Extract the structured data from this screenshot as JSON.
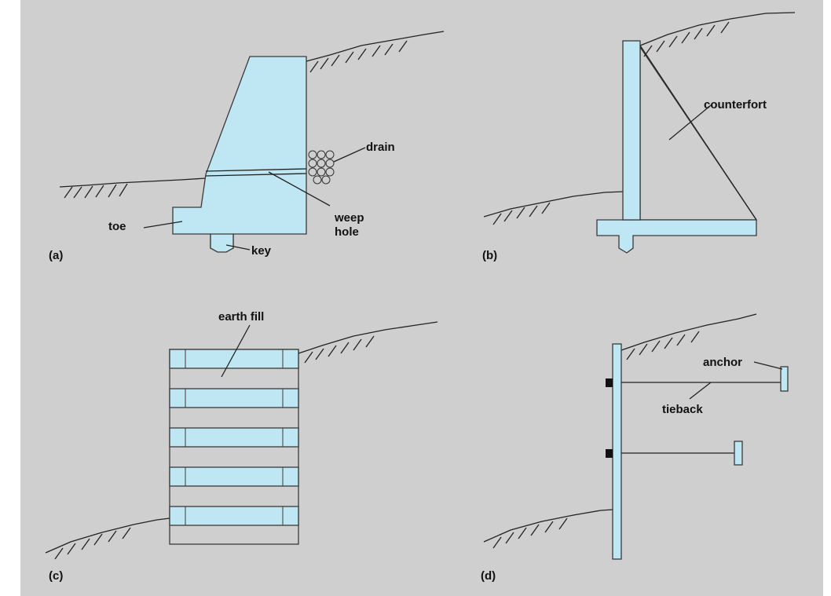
{
  "labels": {
    "a": {
      "panel": "(a)",
      "toe": "toe",
      "key": "key",
      "drain": "drain",
      "weep_line1": "weep",
      "weep_line2": "hole"
    },
    "b": {
      "panel": "(b)",
      "counterfort": "counterfort"
    },
    "c": {
      "panel": "(c)",
      "earth_fill": "earth fill"
    },
    "d": {
      "panel": "(d)",
      "anchor": "anchor",
      "tieback": "tieback"
    }
  },
  "colors": {
    "background": "#cfcfcf",
    "concrete": "#bfe6f3",
    "outline": "#3a3a3a"
  }
}
